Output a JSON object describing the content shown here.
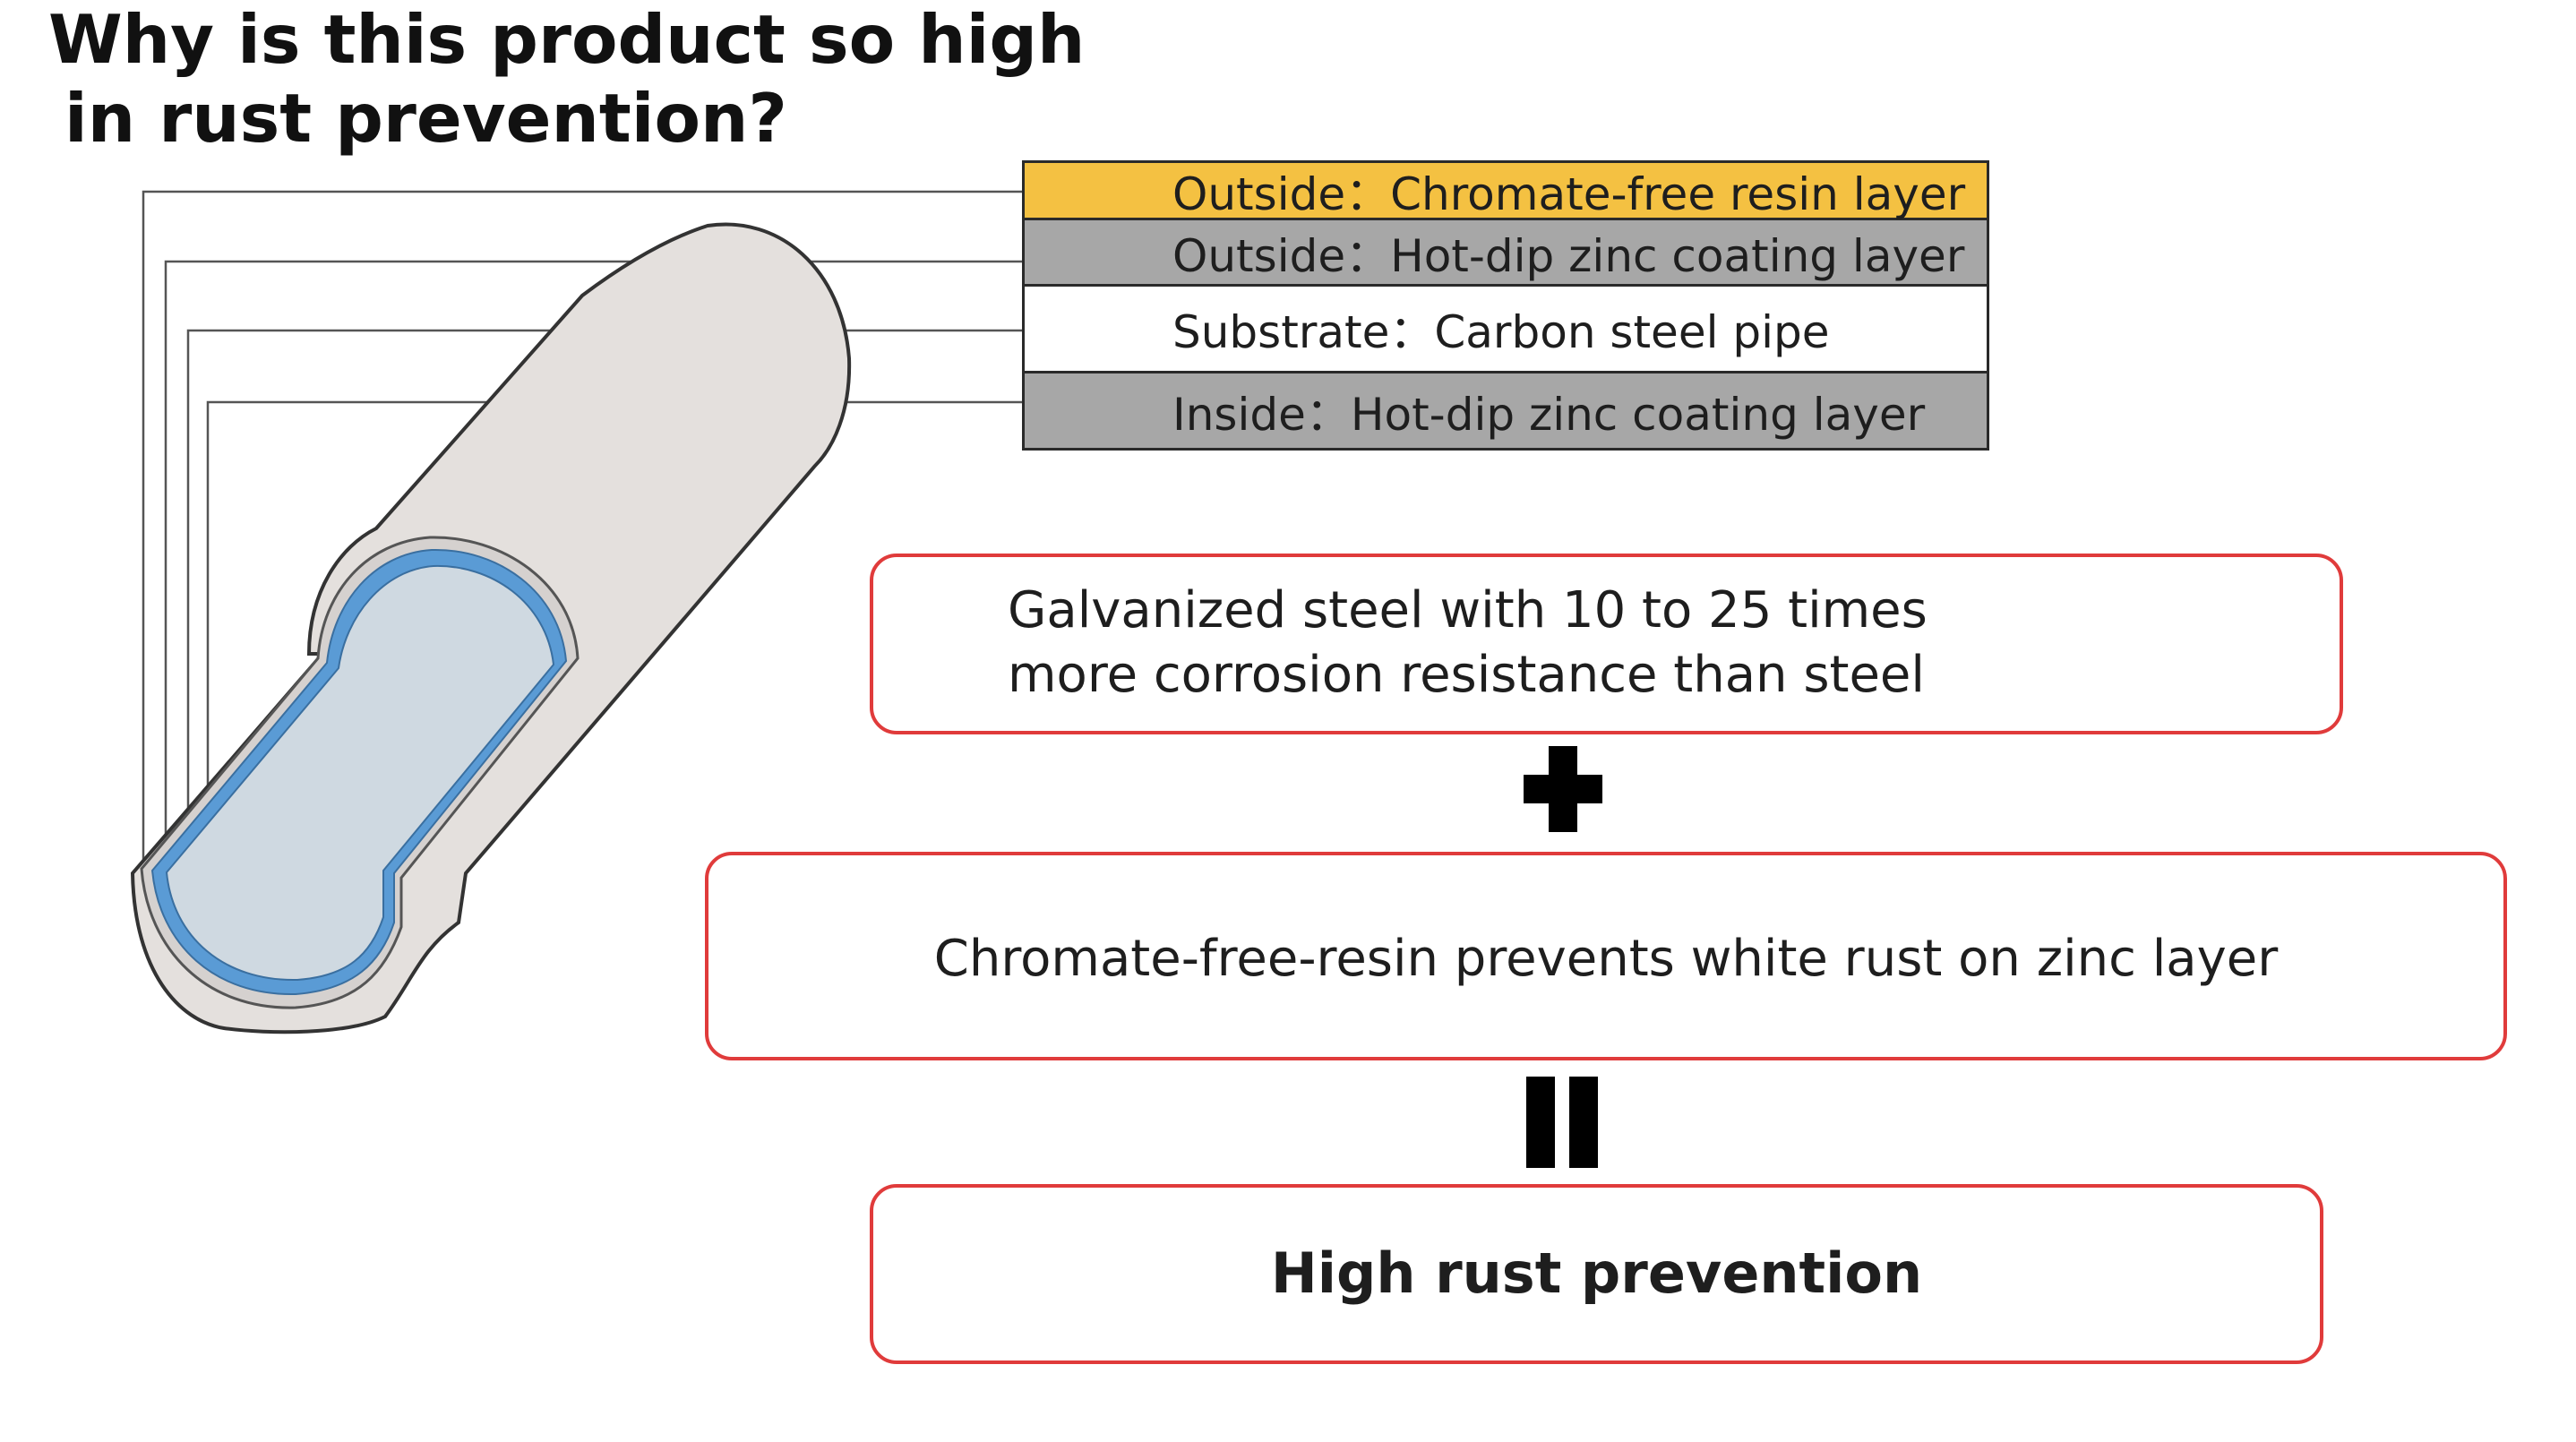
{
  "title": {
    "line1": "Why is this product so high",
    "line2": "in rust prevention?"
  },
  "layers": [
    {
      "label": "Outside：Chromate-free resin layer",
      "color": "#f4c142"
    },
    {
      "label": "Outside：Hot-dip zinc coating layer",
      "color": "#a7a7a7"
    },
    {
      "label": "Substrate：Carbon steel pipe",
      "color": "#ffffff"
    },
    {
      "label": "Inside：Hot-dip zinc coating layer",
      "color": "#a7a7a7"
    }
  ],
  "boxes": {
    "galvanized": "Galvanized steel with 10 to 25 times\nmore corrosion resistance than steel",
    "chromate": "Chromate-free-resin prevents white rust on zinc layer",
    "result": "High rust prevention"
  },
  "colors": {
    "box_border": "#e03b3b",
    "pipe_body": "#e4e0dd",
    "pipe_bore": "#cfd9e1",
    "inner_zinc": "#5a9bd5",
    "leader_line": "#444444"
  }
}
